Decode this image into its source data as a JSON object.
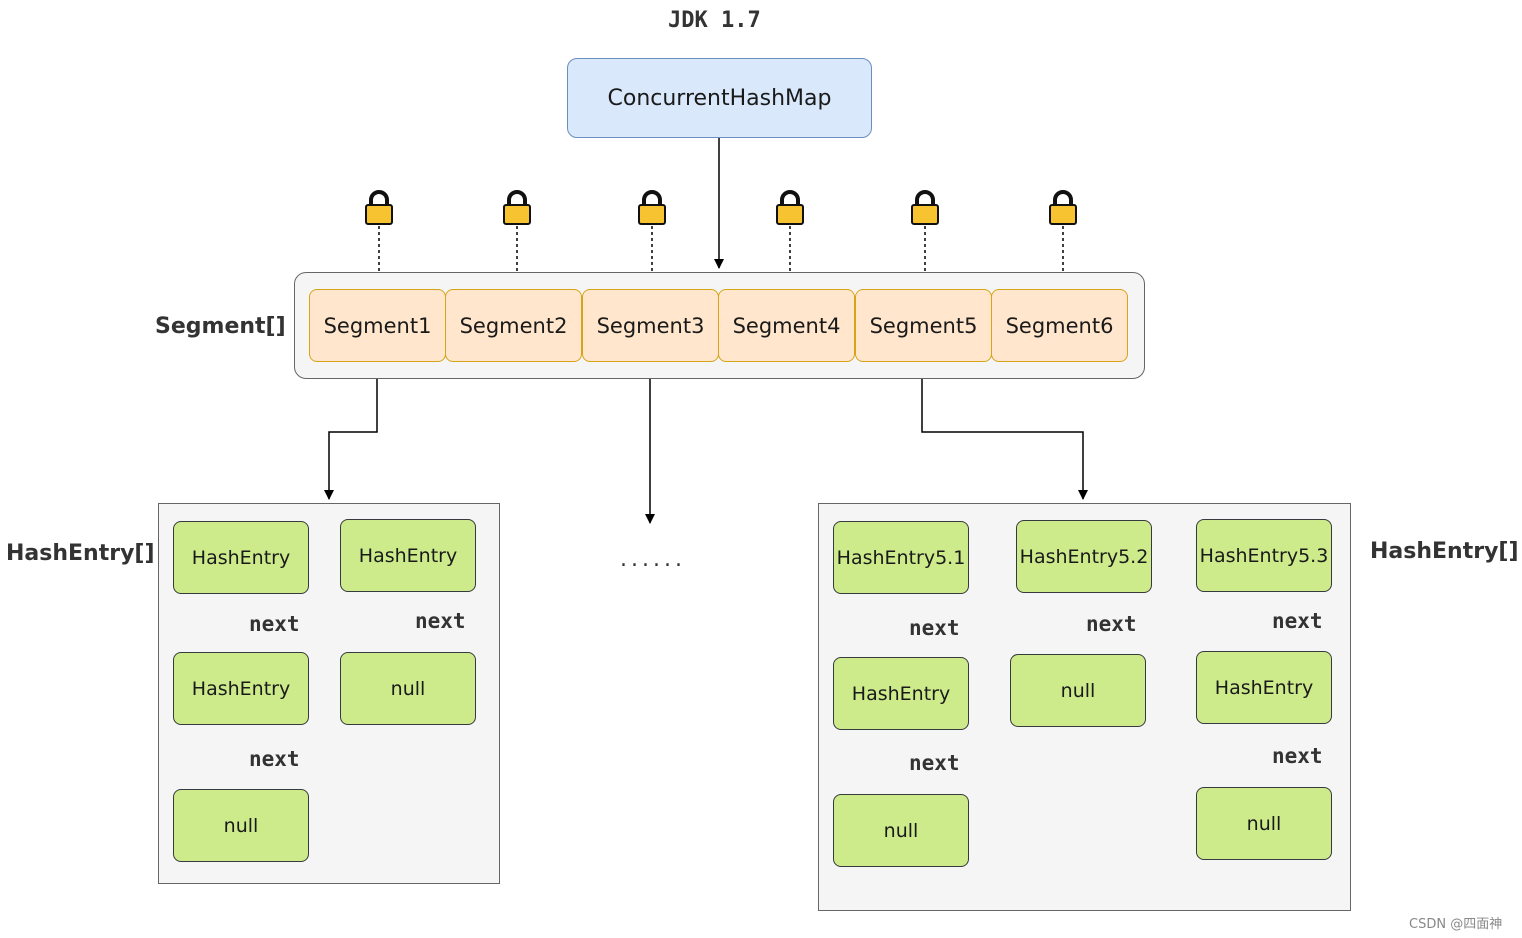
{
  "title": "JDK 1.7",
  "root": "ConcurrentHashMap",
  "segment_array_label": "Segment[]",
  "segments": [
    "Segment1",
    "Segment2",
    "Segment3",
    "Segment4",
    "Segment5",
    "Segment6"
  ],
  "hashentry_array_label": "HashEntry[]",
  "ellipsis": "......",
  "next_label": "next",
  "left_panel": {
    "col1": [
      "HashEntry",
      "HashEntry",
      "null"
    ],
    "col2": [
      "HashEntry",
      "null"
    ]
  },
  "right_panel": {
    "col1": [
      "HashEntry5.1",
      "HashEntry",
      "null"
    ],
    "col2": [
      "HashEntry5.2",
      "null"
    ],
    "col3": [
      "HashEntry5.3",
      "HashEntry",
      "null"
    ]
  },
  "footer": "CSDN @四面神",
  "colors": {
    "root_fill": "#dae8fc",
    "segment_fill": "#ffe6cc",
    "entry_fill": "#cdeb8b",
    "lock_body": "#f7c331"
  }
}
